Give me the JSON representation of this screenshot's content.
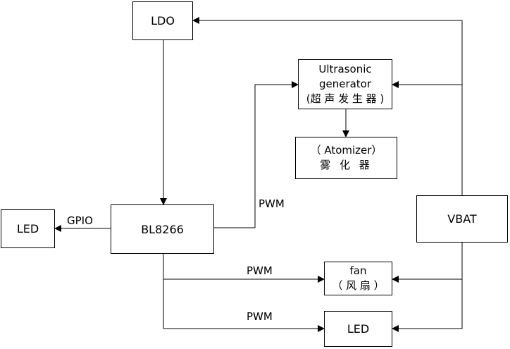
{
  "diagram": {
    "nodes": {
      "ldo": "LDO",
      "ultrasonic": [
        "Ultrasonic",
        "generator",
        "(超 声 发 生 器 )"
      ],
      "atomizer": [
        "（ Atomizer）",
        "雾 化 器"
      ],
      "led_left": "LED",
      "bl8266": "BL8266",
      "vbat": "VBAT",
      "fan": [
        "fan",
        "（ 风 扇 ）"
      ],
      "led_bottom": "LED"
    },
    "edge_labels": {
      "gpio": "GPIO",
      "pwm_ultrasonic": "PWM",
      "pwm_fan": "PWM",
      "pwm_led": "PWM"
    }
  }
}
